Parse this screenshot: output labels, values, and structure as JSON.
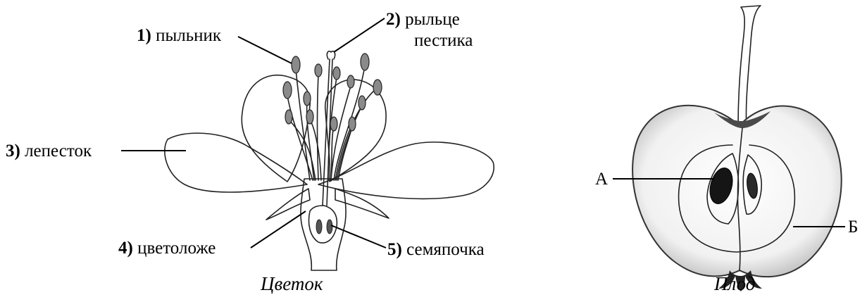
{
  "flower": {
    "caption": "Цветок",
    "labels": [
      {
        "num": "1)",
        "text": "пыльник"
      },
      {
        "num": "2)",
        "text": "рыльце"
      },
      {
        "num": "",
        "text": "пестика"
      },
      {
        "num": "3)",
        "text": "лепесток"
      },
      {
        "num": "4)",
        "text": "цветоложе"
      },
      {
        "num": "5)",
        "text": "семяпочка"
      }
    ]
  },
  "fruit": {
    "caption": "Плод",
    "labels": [
      {
        "text": "А"
      },
      {
        "text": "Б"
      }
    ]
  }
}
